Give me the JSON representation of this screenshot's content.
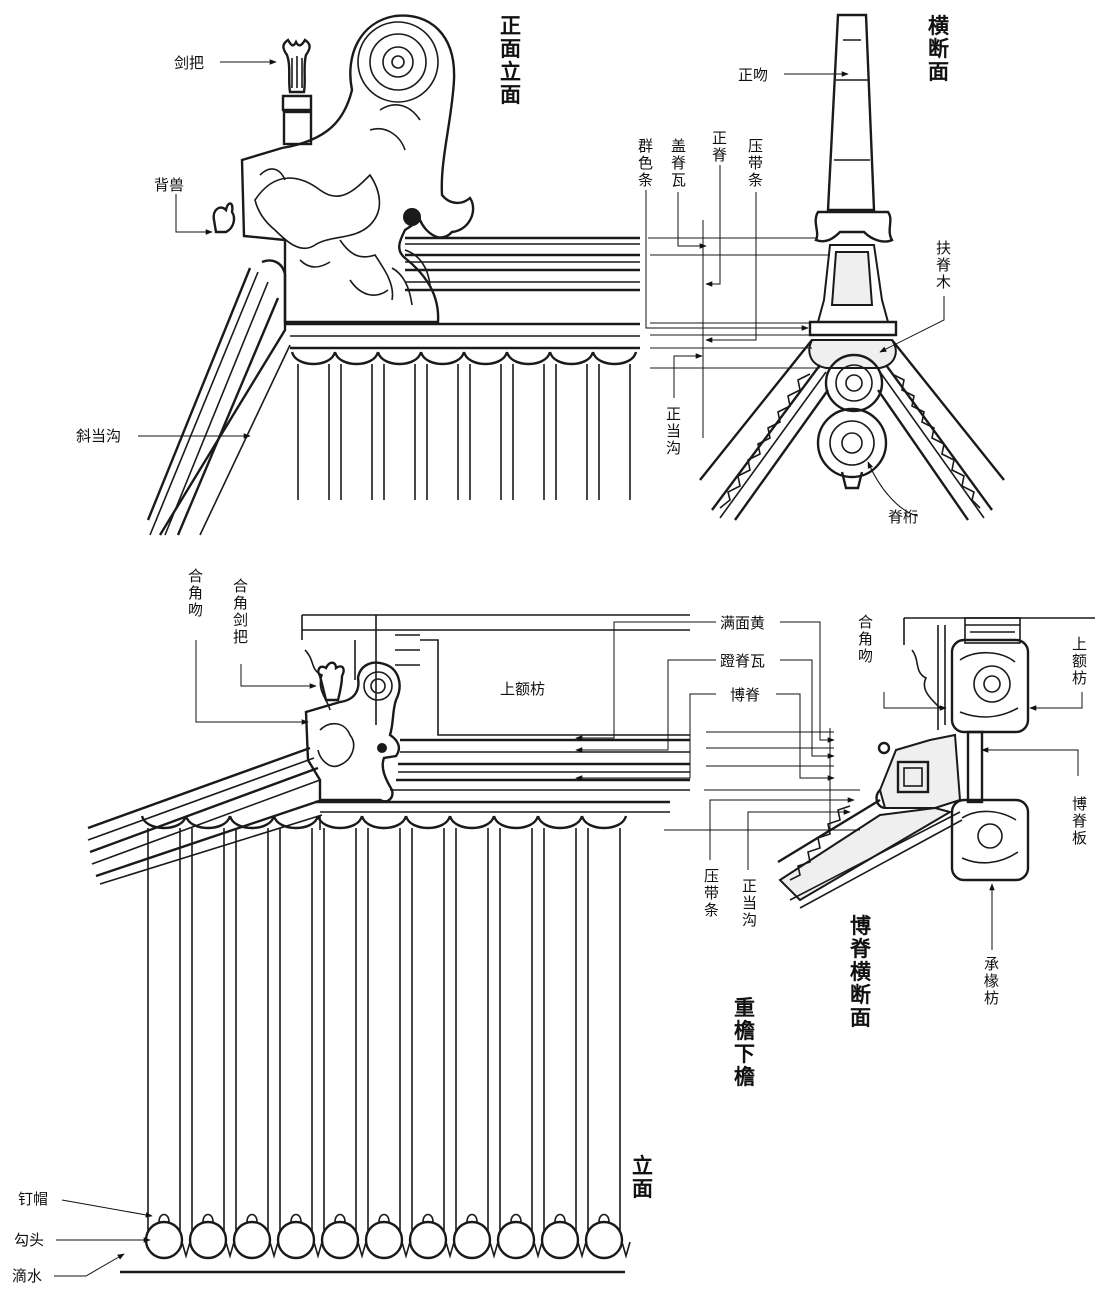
{
  "titles": {
    "front_elevation": "正面立面",
    "cross_section": "横断面",
    "lower_eave": "重檐下檐",
    "elevation": "立面",
    "boji_cross_section": "博脊横断面"
  },
  "labels": {
    "jianba": "剑把",
    "beishou": "背兽",
    "xiedanggou": "斜当沟",
    "zhengwen": "正吻",
    "qunsetiao": "群色条",
    "gaijiwa": "盖脊瓦",
    "zhengji": "正脊",
    "yadaitiao_top": "压带条",
    "fujimu": "扶脊木",
    "zhengdanggou_top": "正当沟",
    "jiheng": "脊桁",
    "hejiaowen_left": "合角吻",
    "hejiaojianba": "合角剑把",
    "shangefang_inside": "上额枋",
    "manmianhuang": "满面黄",
    "dengjiwa": "蹬脊瓦",
    "boji": "博脊",
    "hejiaowen_right": "合角吻",
    "shangefang_right": "上额枋",
    "bojiban": "博脊板",
    "yadaitiao_bottom": "压带条",
    "zhengdanggou_bottom": "正当沟",
    "chengyuanfang": "承椽枋",
    "dingmao": "钉帽",
    "goutou": "勾头",
    "dishui": "滴水"
  },
  "colors": {
    "ink": "#1a1a1a",
    "paper": "#ffffff"
  }
}
